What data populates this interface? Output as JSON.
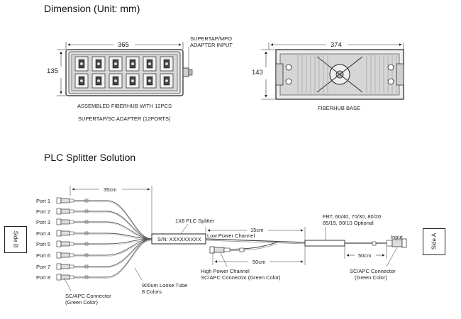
{
  "dimension": {
    "title": "Dimension (Unit: mm)",
    "assembled": {
      "width": "365",
      "height": "135",
      "input_note_line1": "SUPERTAP/MPO",
      "input_note_line2": "ADAPTER INPUT",
      "caption_line1": "ASSEMBLED FIBERHUB WITH 12PCS",
      "caption_line2": "SUPERTAP/SC ADAPTER (12PORTS)"
    },
    "base": {
      "width": "374",
      "height": "143",
      "caption": "FIBERHUB BASE"
    }
  },
  "plc": {
    "title": "PLC Splitter Solution",
    "side_b": "Side B",
    "side_a": "Side A",
    "ports": [
      "Port 1",
      "Port 2",
      "Port 3",
      "Port 4",
      "Port 5",
      "Port 6",
      "Port 7",
      "Port 8"
    ],
    "len_35": "35cm",
    "len_15": "15cm",
    "len_50a": "50cm",
    "len_50b": "50cm",
    "splitter_label": "1X8 PLC Splitter",
    "serial": "S/N: XXXXXXXXX",
    "low_power": "Low Power Channel",
    "fbt_line1": "FBT, 60/40, 70/30, 80/20",
    "fbt_line2": "85/15, 90/10 Optional",
    "input": "Input",
    "high_power_line1": "High Power Channel",
    "high_power_line2": "SC/APC Connector (Green Color)",
    "loose_tube_line1": "900um Loose Tube",
    "loose_tube_line2": "8 Colors",
    "sc_left_line1": "SC/APC Connector",
    "sc_left_line2": "(Green Color)",
    "sc_right_line1": "SC/APC Connector",
    "sc_right_line2": "(Green Color)"
  }
}
